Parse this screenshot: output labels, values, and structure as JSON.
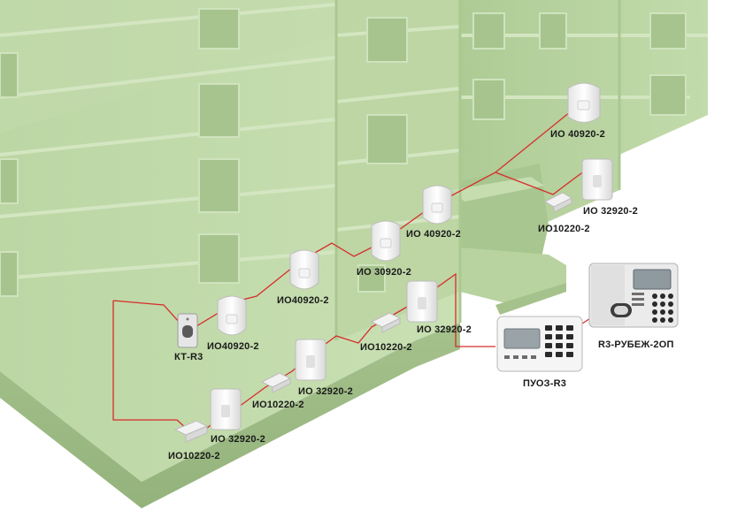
{
  "labels": {
    "io40920_top_right": "ИО 40920-2",
    "io32920_top_right": "ИО 32920-2",
    "io10220_top_right": "ИО10220-2",
    "io40920_mid": "ИО 40920-2",
    "io30920_mid": "ИО 30920-2",
    "io40920_left_upper": "ИО40920-2",
    "io40920_left_lower": "ИО40920-2",
    "io32920_mid": "ИО 32920-2",
    "io10220_mid": "ИО10220-2",
    "kt_r3": "КТ-R3",
    "io32920_lower": "ИО 32920-2",
    "io10220_lower": "ИО10220-2",
    "io32920_bottom": "ИО 32920-2",
    "io10220_bottom": "ИО10220-2",
    "puoz_r3": "ПУОЗ-R3",
    "r3_rubezh": "R3-РУБЕЖ-2ОП"
  },
  "colors": {
    "building_light": "#c5dcae",
    "building_mid": "#b3cf99",
    "building_dark": "#9fbf86",
    "window": "#a9c690",
    "wire": "#d62c2c"
  }
}
